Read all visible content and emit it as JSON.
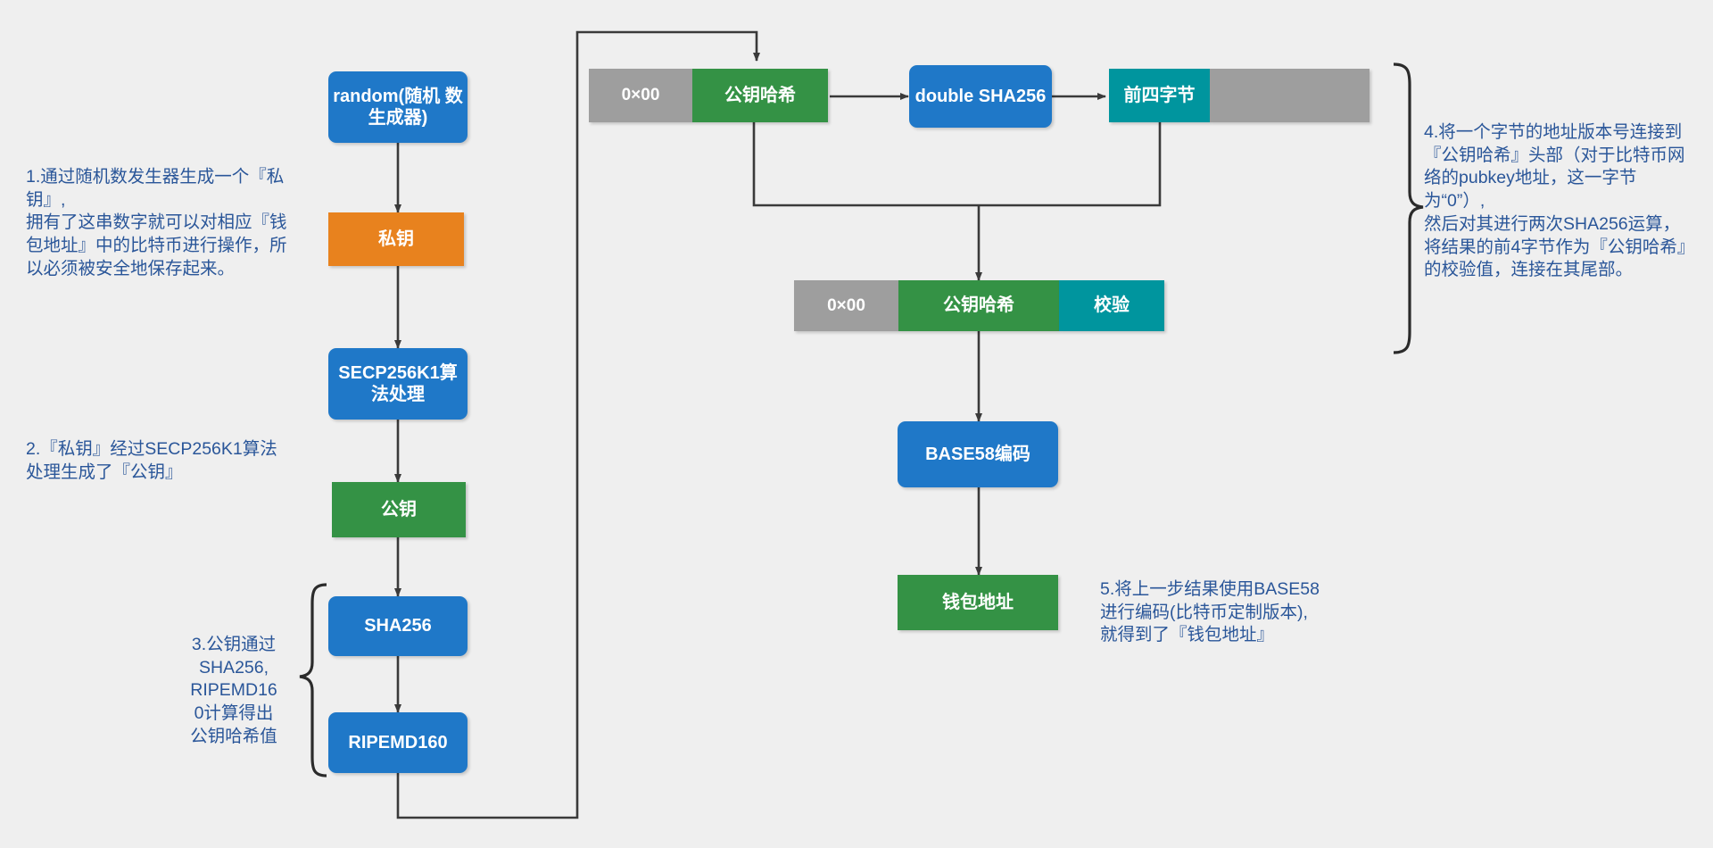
{
  "diagram": {
    "title": "比特币钱包地址生成流程图",
    "background_color": "#efefef",
    "annotation_color": "#2a5699"
  },
  "palette": {
    "blue": "#1f78c8",
    "green": "#349245",
    "orange": "#e8821e",
    "teal": "#00959e",
    "gray": "#9e9e9e",
    "arrow": "#3a3a3a",
    "white": "#ffffff"
  },
  "left_flow": {
    "nodes": [
      {
        "id": "random",
        "label": "random(随机\n数生成器)",
        "color": "blue",
        "shape": "rounded"
      },
      {
        "id": "private-key",
        "label": "私钥",
        "color": "orange",
        "shape": "rect"
      },
      {
        "id": "secp256k1",
        "label": "SECP256K1算\n法处理",
        "color": "blue",
        "shape": "rounded"
      },
      {
        "id": "public-key",
        "label": "公钥",
        "color": "green",
        "shape": "rect"
      },
      {
        "id": "sha256",
        "label": "SHA256",
        "color": "blue",
        "shape": "rounded"
      },
      {
        "id": "ripemd160",
        "label": "RIPEMD160",
        "color": "blue",
        "shape": "rounded"
      }
    ]
  },
  "top_row": {
    "segments": [
      {
        "id": "version-byte-top",
        "label": "0×00",
        "color": "gray"
      },
      {
        "id": "pubkey-hash-top",
        "label": "公钥哈希",
        "color": "green"
      }
    ],
    "double_sha": {
      "id": "double-sha256",
      "label": "double\nSHA256",
      "color": "blue"
    },
    "checksum_segments": [
      {
        "id": "first-four-bytes",
        "label": "前四字节",
        "color": "teal"
      },
      {
        "id": "remaining-bytes",
        "label": "",
        "color": "gray"
      }
    ]
  },
  "middle_row": {
    "segments": [
      {
        "id": "version-byte-mid",
        "label": "0×00",
        "color": "gray"
      },
      {
        "id": "pubkey-hash-mid",
        "label": "公钥哈希",
        "color": "green"
      },
      {
        "id": "checksum",
        "label": "校验",
        "color": "teal"
      }
    ]
  },
  "bottom_flow": {
    "nodes": [
      {
        "id": "base58",
        "label": "BASE58编码",
        "color": "blue",
        "shape": "rounded"
      },
      {
        "id": "wallet-address",
        "label": "钱包地址",
        "color": "green",
        "shape": "rect"
      }
    ]
  },
  "annotations": [
    {
      "id": "note-1",
      "text": "1.通过随机数发生器生成一个『私钥』,\n拥有了这串数字就可以对相应『钱包地址』中的比特币进行操作，所以必须被安全地保存起来。"
    },
    {
      "id": "note-2",
      "text": " 2.『私钥』经过SECP256K1算法\n 处理生成了『公钥』"
    },
    {
      "id": "note-3",
      "text": "3.公钥通过\nSHA256,\nRIPEMD16\n0计算得出\n公钥哈希值"
    },
    {
      "id": "note-4",
      "text": "4.将一个字节的地址版本号连接到『公钥哈希』头部（对于比特币网络的pubkey地址，这一字节为“0”）,\n然后对其进行两次SHA256运算，将结果的前4字节作为『公钥哈希』的校验值，连接在其尾部。"
    },
    {
      "id": "note-5",
      "text": "5.将上一步结果使用BASE58\n进行编码(比特币定制版本),\n就得到了『钱包地址』"
    }
  ]
}
